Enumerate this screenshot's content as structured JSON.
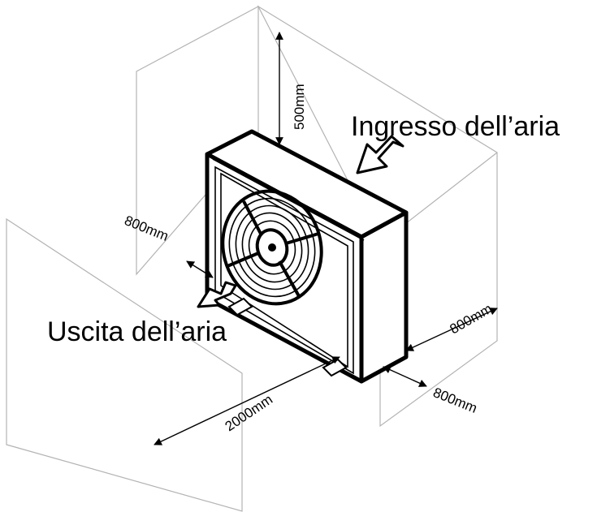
{
  "labels": {
    "air_inlet": "Ingresso dell’aria",
    "air_outlet": "Uscita dell’aria"
  },
  "dimensions": {
    "top": "500mm",
    "left": "800mm",
    "right_upper": "800mm",
    "right_lower": "800mm",
    "front": "2000mm"
  }
}
